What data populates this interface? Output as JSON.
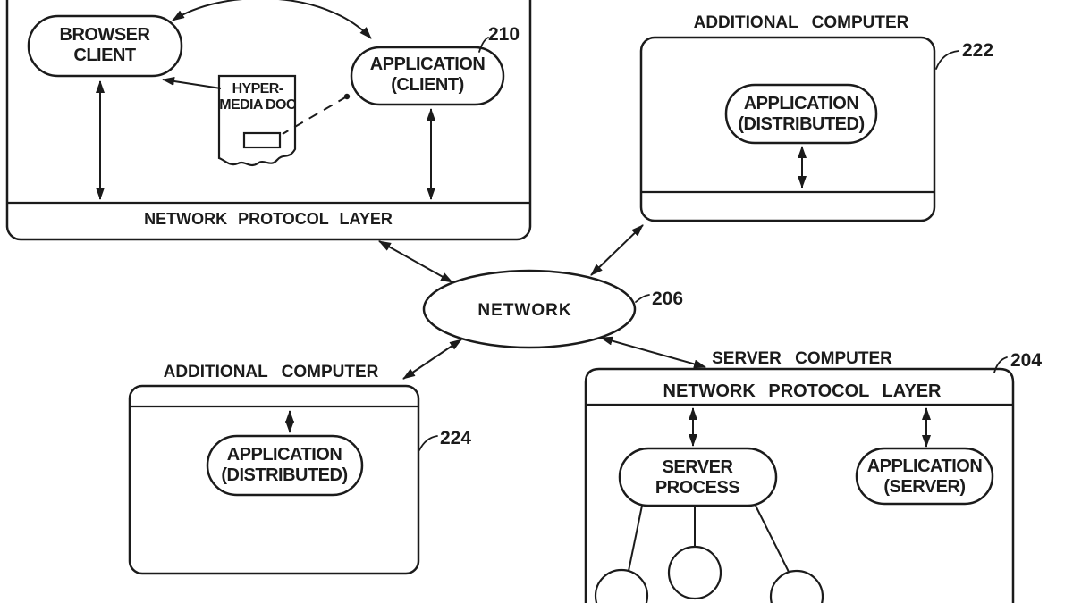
{
  "figure": {
    "colors": {
      "ink": "#1b1b1b",
      "background": "#ffffff"
    },
    "client_computer": {
      "ref": "210",
      "browser_client_line1": "BROWSER",
      "browser_client_line2": "CLIENT",
      "hypermedia_doc_line1": "HYPER-",
      "hypermedia_doc_line2": "MEDIA DOC",
      "application_line1": "APPLICATION",
      "application_line2": "(CLIENT)",
      "protocol_layer": "NETWORK PROTOCOL LAYER"
    },
    "network": {
      "label": "NETWORK",
      "ref": "206"
    },
    "additional_computer_222": {
      "title": "ADDITIONAL COMPUTER",
      "ref": "222",
      "application_line1": "APPLICATION",
      "application_line2": "(DISTRIBUTED)"
    },
    "additional_computer_224": {
      "title": "ADDITIONAL COMPUTER",
      "ref": "224",
      "application_line1": "APPLICATION",
      "application_line2": "(DISTRIBUTED)"
    },
    "server_computer": {
      "title": "SERVER COMPUTER",
      "ref": "204",
      "protocol_layer": "NETWORK PROTOCOL LAYER",
      "server_process_line1": "SERVER",
      "server_process_line2": "PROCESS",
      "application_line1": "APPLICATION",
      "application_line2": "(SERVER)"
    }
  }
}
